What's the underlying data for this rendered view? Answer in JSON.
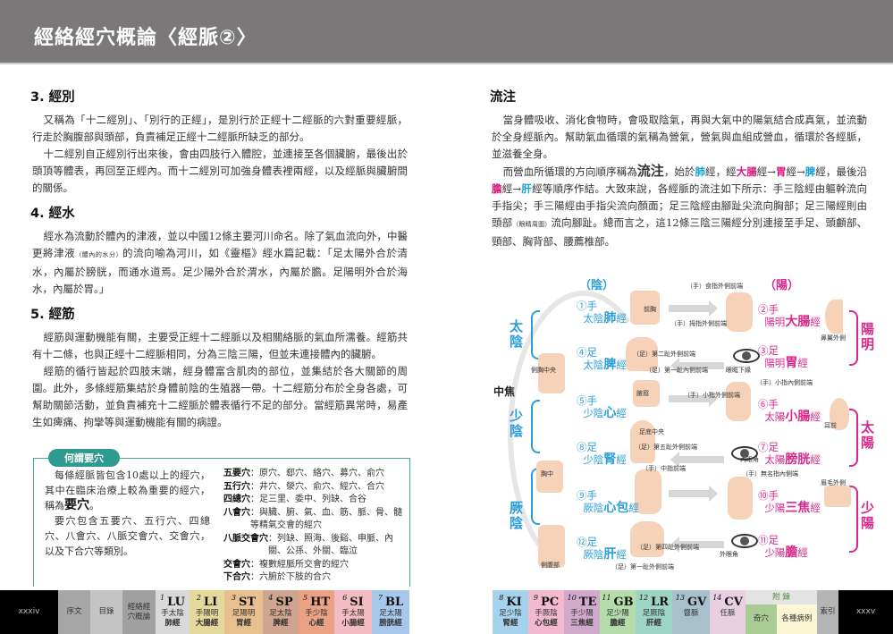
{
  "header": {
    "title": "經絡經穴概論〈經脈②〉"
  },
  "left": {
    "sections": [
      {
        "heading": "3. 經別",
        "paragraphs": [
          "又稱為「十二經別」、「別行的正經」，是別行於正經十二經脈的六對重要經脈，行走於胸腹部與頭部，負責補足正經十二經脈所缺乏的部分。",
          "十二經別自正經別行出來後，會由四肢行入體腔，並連接至各個臟腑，最後出於頭頂等體表，再回至正經內。而十二經別可加強身體表裡兩經，以及經脈與臟腑間的關係。"
        ]
      },
      {
        "heading": "4. 經水",
        "p1_a": "經水為流動於體內的津液，並以中國12條主要河川命名。除了氣血流向外，中醫更將津液",
        "p1_small": "（體內的水分）",
        "p1_b": "的流向喻為河川，如《靈樞》經水篇記載：「足太陽外合於清水，內屬於膀胱，而通水道焉。足少陽外合於渭水，內屬於膽。足陽明外合於海水，內屬於胃。」"
      },
      {
        "heading": "5. 經筋",
        "paragraphs": [
          "經筋與運動機能有關，主要受正經十二經脈以及相關絡脈的氣血所濡養。經筋共有十二條，也與正經十二經脈相同，分為三陰三陽，但並未連接體內的臟腑。",
          "經筋的循行皆起於四肢末端，經身體富含肌肉的部位，並集結於各大關節的周圍。此外，多條經筋集結於身體前陰的生殖器一帶。十二經筋分布於全身各處，可幫助關節活動，並負責補充十二經脈於體表循行不足的部分。當經筋異常時，易產生如痺痛、拘攣等與運動機能有關的病證。"
        ]
      }
    ]
  },
  "box": {
    "tag": "何謂要穴",
    "p1_a": "每條經脈皆包含10處以上的經穴，其中在臨床治療上較為重要的經穴，稱為",
    "p1_bold": "要穴",
    "p1_b": "。",
    "p2": "要穴包含五要穴、五行穴、四總穴、八會穴、八脈交會穴、交會穴，以及下合穴等類別。",
    "items": [
      {
        "k": "五要穴",
        "v": "：原穴、郄穴、絡穴、募穴、俞穴"
      },
      {
        "k": "五行穴",
        "v": "：井穴、滎穴、俞穴、經穴、合穴"
      },
      {
        "k": "四總穴",
        "v": "：足三里、委中、列缺、合谷"
      },
      {
        "k": "八會穴",
        "v": "：與臟、腑、氣、血、筋、脈、骨、髓等精氣交會的經穴"
      },
      {
        "k": "八脈交會穴",
        "v": "：列缺、照海、後谿、申脈、內關、公孫、外關、臨泣"
      },
      {
        "k": "交會穴",
        "v": "：複數經脈所交會的經穴"
      },
      {
        "k": "下合穴",
        "v": "：六腑於下肢的合穴"
      }
    ]
  },
  "right": {
    "heading": "流注",
    "p1": "當身體吸收、消化食物時，會吸取陰氣，再與大氣中的陽氣結合成真氣，並流動於全身經脈內。幫助氣血循環的氣稱為營氣，營氣與血組成營血，循環於各經脈，並滋養全身。",
    "p2": {
      "a": "而營血所循環的方向順序稱為",
      "big": "流注",
      "b": "，始於",
      "lu": "肺",
      "c": "經，經",
      "li": "大腸",
      "d": "經→",
      "st": "胃",
      "e": "經→",
      "sp": "脾",
      "f": "經，最後沿",
      "gb": "膽",
      "g": "經→",
      "lr": "肝",
      "h": "經等順序作結。大致來說，各經脈的流注如下所示：手三陰經由軀幹流向手指尖；手三陽經由手指尖流向顏面；足三陰經由腳趾尖流向胸部；足三陽經則由頭部",
      "small": "（眼睛周圍）",
      "i": "流向腳趾。總而言之，這12條三陰三陽經分別連接至手足、頭顱部、頸部、胸背部、腰薦椎部。"
    }
  },
  "diagram": {
    "yin_title": "（陰）",
    "yang_title": "（陽）",
    "group_left": [
      "太陰",
      "少陰",
      "厥陰"
    ],
    "middle": "中焦",
    "group_right": [
      "陽明",
      "太陽",
      "少陽"
    ],
    "meridians": [
      {
        "num": "①手",
        "pre": "太陰",
        "organ": "肺",
        "suf": "經"
      },
      {
        "num": "②手",
        "pre": "陽明",
        "organ": "大腸",
        "suf": "經"
      },
      {
        "num": "③足",
        "pre": "陽明",
        "organ": "胃",
        "suf": "經"
      },
      {
        "num": "④足",
        "pre": "太陰",
        "organ": "脾",
        "suf": "經"
      },
      {
        "num": "⑤手",
        "pre": "少陰",
        "organ": "心",
        "suf": "經"
      },
      {
        "num": "⑥手",
        "pre": "太陽",
        "organ": "小腸",
        "suf": "經"
      },
      {
        "num": "⑦足",
        "pre": "太陽",
        "organ": "膀胱",
        "suf": "經"
      },
      {
        "num": "⑧足",
        "pre": "少陰",
        "organ": "腎",
        "suf": "經"
      },
      {
        "num": "⑨手",
        "pre": "厥陰",
        "organ": "心包",
        "suf": "經"
      },
      {
        "num": "⑩手",
        "pre": "少陽",
        "organ": "三焦",
        "suf": "經"
      },
      {
        "num": "⑪足",
        "pre": "少陽",
        "organ": "膽",
        "suf": "經"
      },
      {
        "num": "⑫足",
        "pre": "厥陰",
        "organ": "肝",
        "suf": "經"
      }
    ],
    "notes": {
      "chest": "前胸",
      "index_finger": "（手）食指外側前端",
      "thumb": "（手）拇指外側前端",
      "nose": "鼻翼外側",
      "toe2": "（足）第二趾外側前端",
      "toe1_in": "（足）第一趾內側前端",
      "eye_below": "眼眶下緣",
      "side_chest": "側胸中央",
      "little_in": "（手）小指內側前端",
      "little_out": "（手）小指外側前端",
      "armpit": "腋窩",
      "ear": "耳前",
      "sole": "足底中央",
      "toe5": "（足）第五趾外側前端",
      "inner_canthus": "內眼角",
      "middle_finger": "（手）中指前端",
      "ring_finger": "（手）無名指內側端",
      "chest_center": "胸中",
      "brow": "眉毛外側",
      "toe4": "（足）第四趾外側前端",
      "outer_canthus": "外眼角",
      "toe1_out": "（足）第一趾外側前端",
      "flank": "側腹部"
    }
  },
  "footer": {
    "page_left": "xxxiv",
    "page_right": "xxxv",
    "tabs": [
      {
        "label": "序文",
        "color": "#a6a6a6"
      },
      {
        "label": "目錄",
        "color": "#c4c4c4"
      },
      {
        "label": "經絡經穴概論",
        "color": "#a0a0a0"
      },
      {
        "num": "1",
        "code": "LU",
        "l1": "手太陰",
        "l2": "肺經",
        "color": "#d9d9d9"
      },
      {
        "num": "2",
        "code": "LI",
        "l1": "手陽明",
        "l2": "大腸經",
        "color": "#e4d99a"
      },
      {
        "num": "3",
        "code": "ST",
        "l1": "足陽明",
        "l2": "胃經",
        "color": "#e8bf8e"
      },
      {
        "num": "4",
        "code": "SP",
        "l1": "足太陰",
        "l2": "脾經",
        "color": "#cfa58f"
      },
      {
        "num": "5",
        "code": "HT",
        "l1": "手少陰",
        "l2": "心經",
        "color": "#eba184"
      },
      {
        "num": "6",
        "code": "SI",
        "l1": "手太陽",
        "l2": "小腸經",
        "color": "#f3bcc4"
      },
      {
        "num": "7",
        "code": "BL",
        "l1": "足太陽",
        "l2": "膀胱經",
        "color": "#a7c8ea"
      },
      {
        "num": "8",
        "code": "KI",
        "l1": "足少陰",
        "l2": "腎經",
        "color": "#a6d2ec"
      },
      {
        "num": "9",
        "code": "PC",
        "l1": "手厥陰",
        "l2": "心包經",
        "color": "#f2b9cf"
      },
      {
        "num": "10",
        "code": "TE",
        "l1": "手少陽",
        "l2": "三焦經",
        "color": "#d1aacb"
      },
      {
        "num": "11",
        "code": "GB",
        "l1": "足少陽",
        "l2": "膽經",
        "color": "#b6dcab"
      },
      {
        "num": "12",
        "code": "LR",
        "l1": "足厥陰",
        "l2": "肝經",
        "color": "#9dd4c4"
      },
      {
        "num": "13",
        "code": "GV",
        "l1": "督脈",
        "color": "#a8bfcc"
      },
      {
        "num": "14",
        "code": "CV",
        "l1": "任脈",
        "color": "#e9cfe0"
      }
    ],
    "appendix": {
      "title": "附 錄",
      "a": "奇穴",
      "b": "各種病例",
      "color_a": "#a8cc94",
      "color_b": "#fbf6d3"
    },
    "index": "索引"
  }
}
